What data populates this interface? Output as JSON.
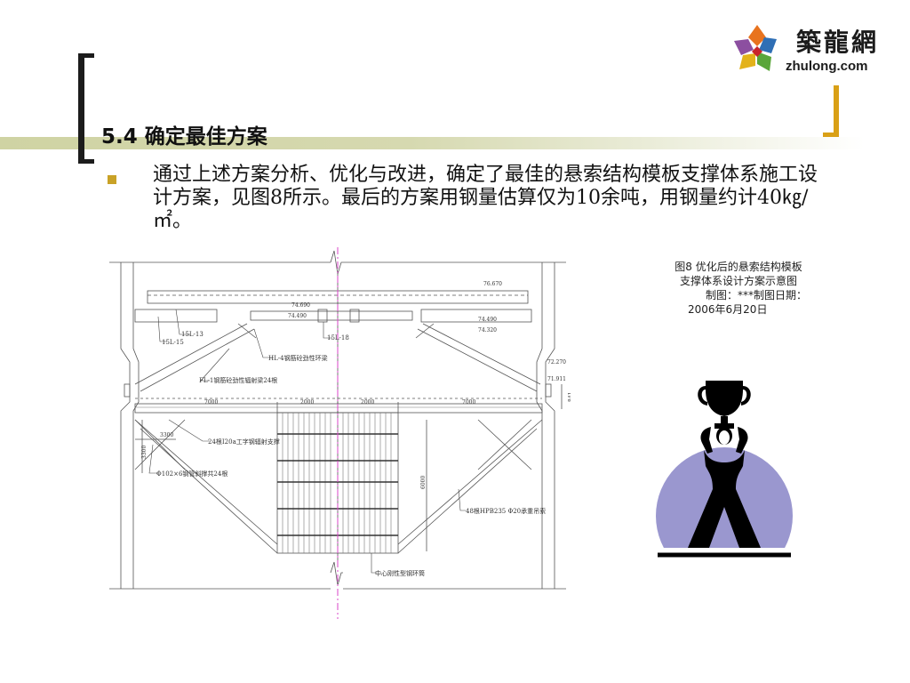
{
  "slide": {
    "title": "5.4 确定最佳方案",
    "bullet_text": "通过上述方案分析、优化与改进，确定了最佳的悬索结构模板支撑体系施工设计方案，见图8所示。最后的方案用钢量估算仅为10余吨，用钢量约计40㎏/㎡。"
  },
  "logo": {
    "chinese": "築龍網",
    "english": "zhulong.com"
  },
  "caption": {
    "line1": "图8  优化后的悬索结构模板",
    "line2": "支撑体系设计方案示意图",
    "line3": "制图：***制图日期：",
    "line4": "2006年6月20日"
  },
  "drawing": {
    "elev_top": "76.670",
    "elev_left": "74.690",
    "elev_mid": "74.490",
    "elev_right1": "74.490",
    "elev_right2": "74.320",
    "elev_side1": "72.270",
    "elev_side2": "71.911",
    "label_15L13": "15L-13",
    "label_15L15": "15L-15",
    "label_15L18": "15L-18",
    "label_hl4": "HL-4钢筋砼劲性环梁",
    "label_fl1": "FL-1钢筋砼劲性辐射梁24根",
    "dim_7000_left": "7000",
    "dim_2000_a": "2000",
    "dim_2000_b": "2000",
    "dim_7000_right": "7000",
    "dim_3300": "3300",
    "dim_3300_v": "3300",
    "dim_6000": "6000",
    "dim_841": "841",
    "label_i20a": "24根I20a工字钢辐射支撑",
    "label_pipe": "Φ102×6钢管斜撑共24根",
    "label_hpb": "48根HPB235 Φ20承重吊索",
    "label_ring": "中心刚性型钢环筒"
  },
  "colors": {
    "accent_gold": "#d9a016",
    "bullet": "#c9a227",
    "center_line": "#d946c8",
    "figure_circle": "#9a97cf"
  }
}
